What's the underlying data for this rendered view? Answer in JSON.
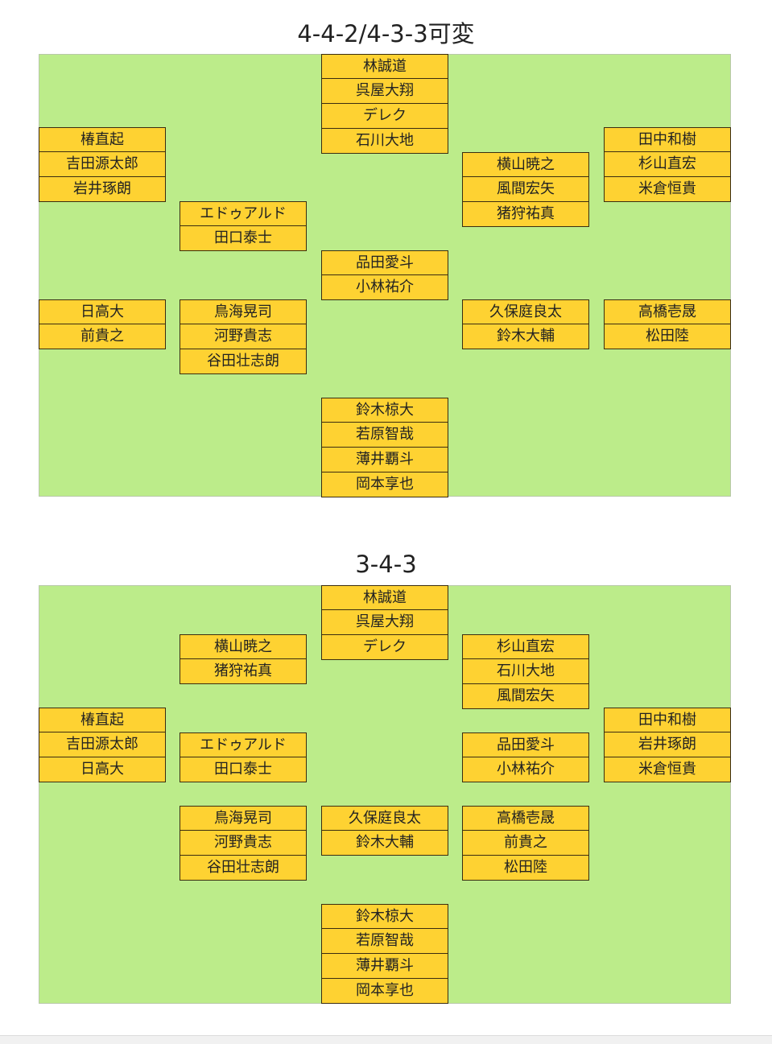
{
  "formations": [
    {
      "title": "4-4-2/4-3-3可変",
      "groups": [
        {
          "names": [
            "林誠道",
            "呉屋大翔",
            "デレク",
            "石川大地"
          ]
        },
        {
          "names": [
            "椿直起",
            "吉田源太郎",
            "岩井琢朗"
          ]
        },
        {
          "names": [
            "田中和樹",
            "杉山直宏",
            "米倉恒貴"
          ]
        },
        {
          "names": [
            "横山暁之",
            "風間宏矢",
            "猪狩祐真"
          ]
        },
        {
          "names": [
            "エドゥアルド",
            "田口泰士"
          ]
        },
        {
          "names": [
            "品田愛斗",
            "小林祐介"
          ]
        },
        {
          "names": [
            "日高大",
            "前貴之"
          ]
        },
        {
          "names": [
            "鳥海晃司",
            "河野貴志",
            "谷田壮志朗"
          ]
        },
        {
          "names": [
            "久保庭良太",
            "鈴木大輔"
          ]
        },
        {
          "names": [
            "高橋壱晟",
            "松田陸"
          ]
        },
        {
          "names": [
            "鈴木椋大",
            "若原智哉",
            "薄井覇斗",
            "岡本享也"
          ]
        }
      ]
    },
    {
      "title": "3-4-3",
      "groups": [
        {
          "names": [
            "林誠道",
            "呉屋大翔",
            "デレク"
          ]
        },
        {
          "names": [
            "横山暁之",
            "猪狩祐真"
          ]
        },
        {
          "names": [
            "杉山直宏",
            "石川大地",
            "風間宏矢"
          ]
        },
        {
          "names": [
            "椿直起",
            "吉田源太郎",
            "日高大"
          ]
        },
        {
          "names": [
            "田中和樹",
            "岩井琢朗",
            "米倉恒貴"
          ]
        },
        {
          "names": [
            "エドゥアルド",
            "田口泰士"
          ]
        },
        {
          "names": [
            "品田愛斗",
            "小林祐介"
          ]
        },
        {
          "names": [
            "鳥海晃司",
            "河野貴志",
            "谷田壮志朗"
          ]
        },
        {
          "names": [
            "久保庭良太",
            "鈴木大輔"
          ]
        },
        {
          "names": [
            "高橋壱晟",
            "前貴之",
            "松田陸"
          ]
        },
        {
          "names": [
            "鈴木椋大",
            "若原智哉",
            "薄井覇斗",
            "岡本享也"
          ]
        }
      ]
    }
  ]
}
